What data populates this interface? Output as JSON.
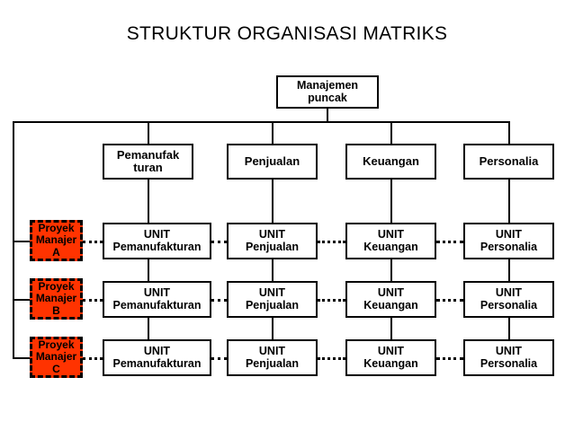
{
  "title": "STRUKTUR ORGANISASI MATRIKS",
  "top": {
    "label": "Manajemen\npuncak"
  },
  "functions": [
    {
      "label": "Pemanufak\nturan"
    },
    {
      "label": "Penjualan"
    },
    {
      "label": "Keuangan"
    },
    {
      "label": "Personalia"
    }
  ],
  "project_managers": [
    {
      "label": "Proyek\nManajer\nA"
    },
    {
      "label": "Proyek\nManajer\nB"
    },
    {
      "label": "Proyek\nManajer\nC"
    }
  ],
  "units": {
    "rows": [
      [
        {
          "label": "UNIT\nPemanufakturan"
        },
        {
          "label": "UNIT\nPenjualan"
        },
        {
          "label": "UNIT\nKeuangan"
        },
        {
          "label": "UNIT\nPersonalia"
        }
      ],
      [
        {
          "label": "UNIT\nPemanufakturan"
        },
        {
          "label": "UNIT\nPenjualan"
        },
        {
          "label": "UNIT\nKeuangan"
        },
        {
          "label": "UNIT\nPersonalia"
        }
      ],
      [
        {
          "label": "UNIT\nPemanufakturan"
        },
        {
          "label": "UNIT\nPenjualan"
        },
        {
          "label": "UNIT\nKeuangan"
        },
        {
          "label": "UNIT\nPersonalia"
        }
      ]
    ]
  },
  "colors": {
    "project_manager_fill": "#ff3300",
    "line": "#000000",
    "box_fill": "#ffffff",
    "text": "#000000"
  }
}
